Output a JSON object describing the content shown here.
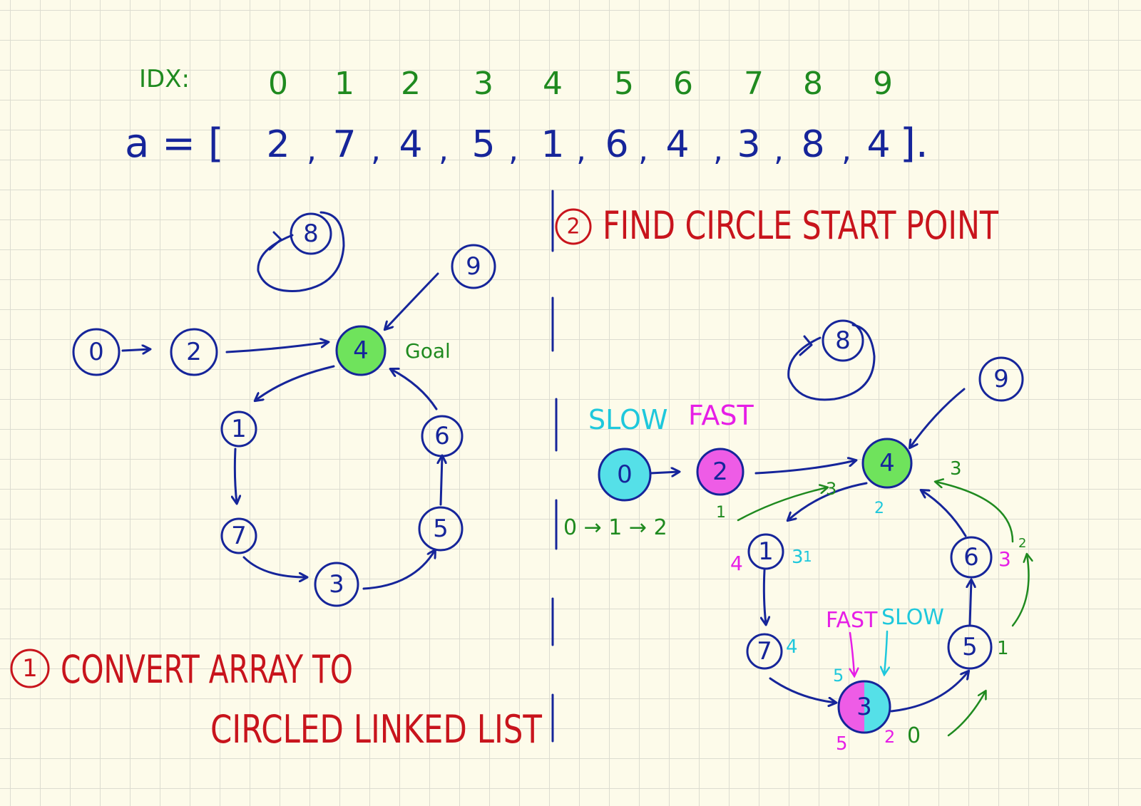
{
  "header": {
    "idx_label": "IDX:",
    "indices": [
      "0",
      "1",
      "2",
      "3",
      "4",
      "5",
      "6",
      "7",
      "8",
      "9"
    ],
    "array_prefix": "a = [",
    "array_values": [
      "2",
      "7",
      "4",
      "5",
      "1",
      "6",
      "4",
      "3",
      "8",
      "4"
    ],
    "array_suffix": "]."
  },
  "colors": {
    "ink": "#16259a",
    "green": "#1f8a1f",
    "red": "#c8141c",
    "goal_fill": "#6fe35c",
    "slow": "#1ec8dc",
    "fast": "#e61ee6"
  },
  "step1": {
    "number": "1",
    "title_line1": "CONVERT ARRAY TO",
    "title_line2": "CIRCLED LINKED LIST",
    "goal_label": "Goal",
    "nodes": [
      "0",
      "2",
      "4",
      "1",
      "7",
      "3",
      "5",
      "6",
      "8",
      "9"
    ]
  },
  "step2": {
    "number": "2",
    "title": "FIND CIRCLE START POINT",
    "slow_label": "SLOW",
    "fast_label": "FAST",
    "path_label": "0 → 1 → 2",
    "fast_bottom_label": "FAST",
    "slow_bottom_label": "SLOW",
    "nodes": [
      "0",
      "2",
      "4",
      "1",
      "7",
      "3",
      "5",
      "6",
      "8",
      "9"
    ],
    "step_numbers": {
      "n2_fast": "1",
      "n4_slow": "2",
      "n1_slow": "3",
      "n1_fast": "4",
      "n1_extra": "1",
      "n7": "4",
      "n3_slow_top": "5",
      "n3_fast_bottom": "5",
      "n3_green": "2",
      "n3_zero": "0",
      "n5": "1",
      "n6_fast": "3",
      "n6_green": "2",
      "to4_a": "3",
      "to4_b": "3"
    }
  }
}
